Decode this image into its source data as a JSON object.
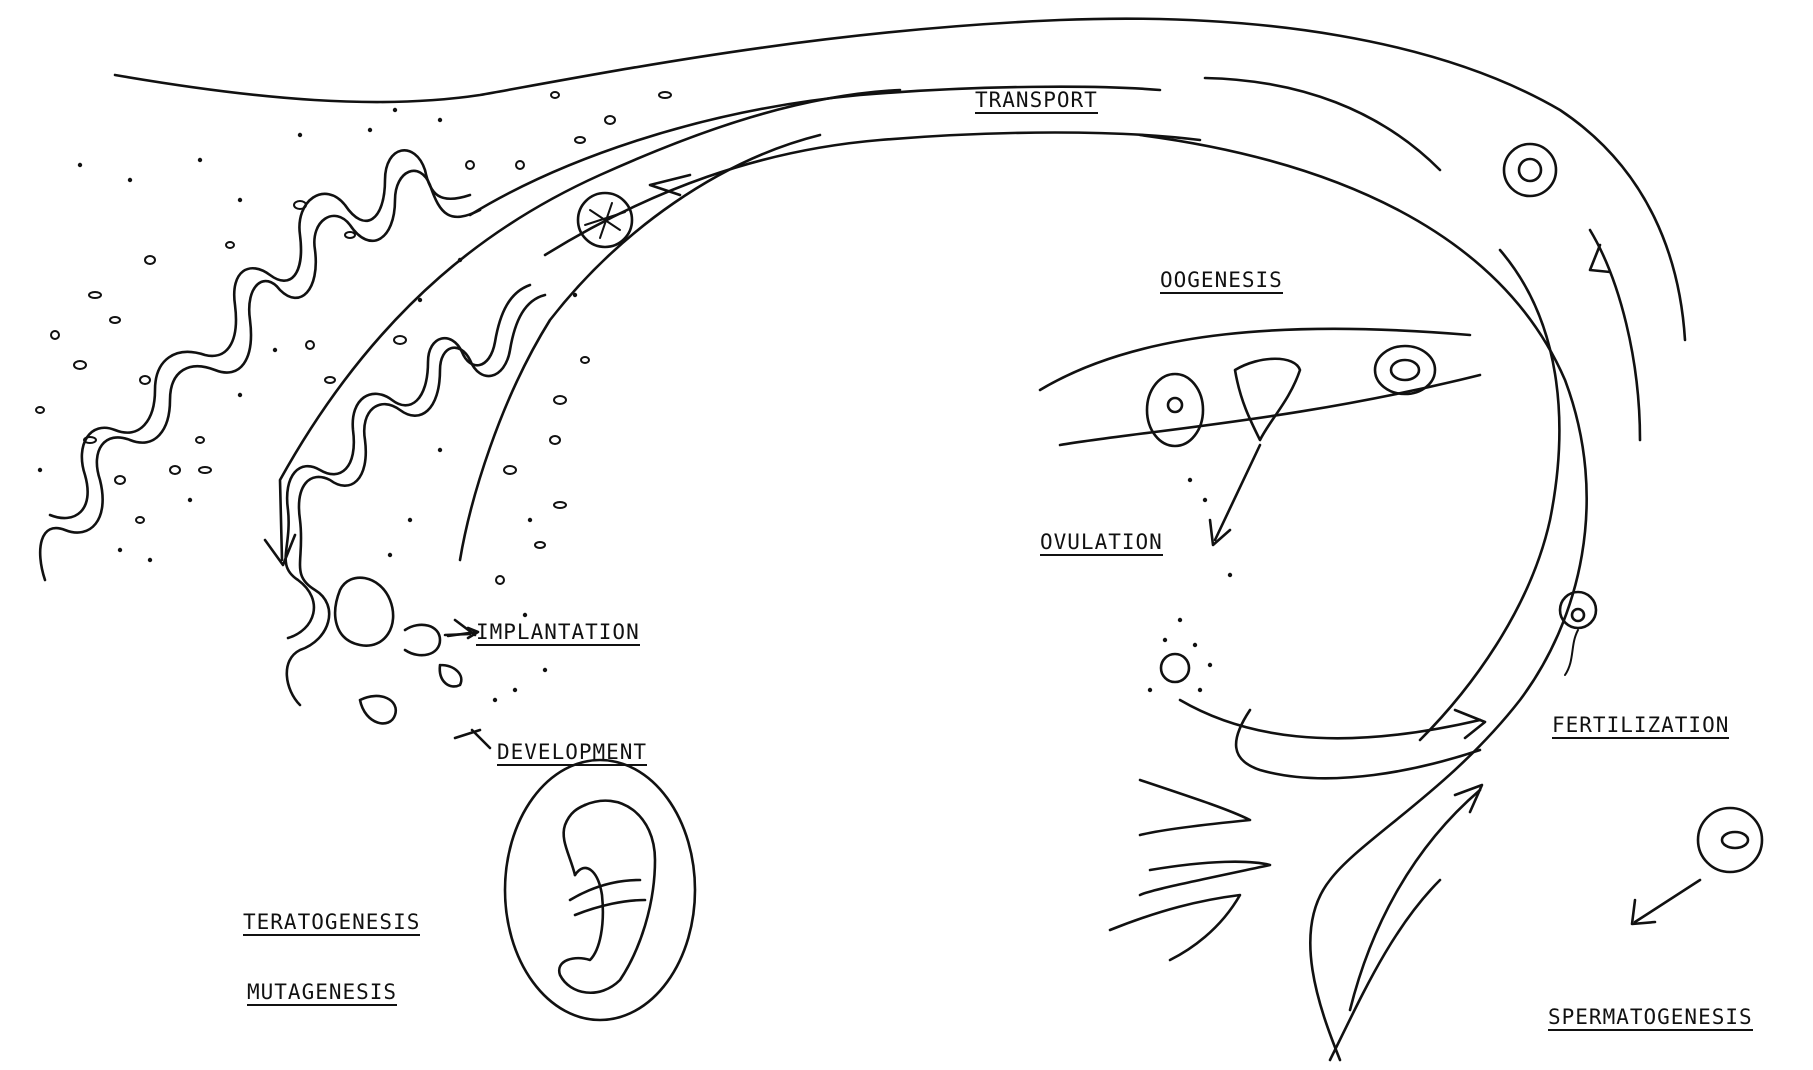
{
  "labels": {
    "transport": "TRANSPORT",
    "oogenesis": "OOGENESIS",
    "ovulation": "OVULATION",
    "implantation": "IMPLANTATION",
    "development": "DEVELOPMENT",
    "fertilization": "FERTILIZATION",
    "teratogenesis": "TERATOGENESIS",
    "mutagenesis": "MUTAGENESIS",
    "spermatogenesis": "SPERMATOGENESIS"
  },
  "colors": {
    "ink": "#111111",
    "paper": "#ffffff"
  }
}
